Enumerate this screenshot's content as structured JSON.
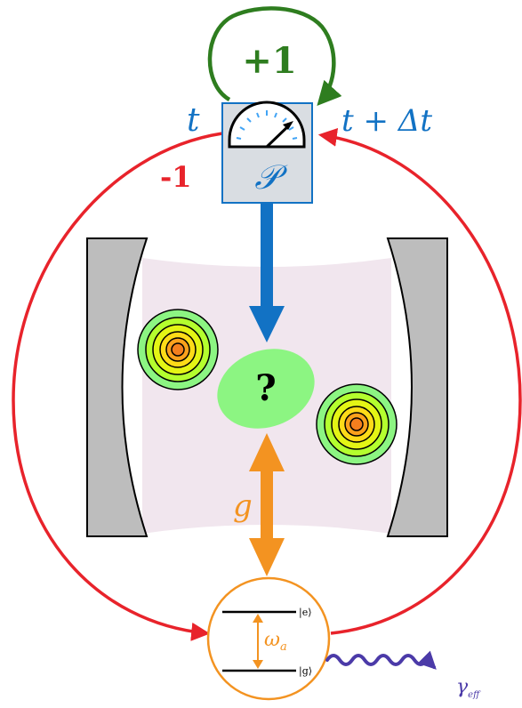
{
  "labels": {
    "plus_one": "+1",
    "minus_one": "-1",
    "time_t": "t",
    "time_t_dt": "t + Δt",
    "meter_symbol": "𝒫",
    "question": "?",
    "coupling": "g",
    "atom_frequency": "ω",
    "atom_frequency_sub": "a",
    "excited_state": "|e⟩",
    "ground_state": "|g⟩",
    "decay_rate": "γ",
    "decay_rate_sub": "eff"
  },
  "colors": {
    "green_loop": "#2e7d1f",
    "red_loop": "#e8232b",
    "blue": "#1272c4",
    "orange": "#f39321",
    "purple": "#4b3aa8",
    "mirror_fill": "#bdbdbd",
    "cavity_fill": "#f1e6ee",
    "light_green": "#8cf582",
    "meter_fill": "#d9dde2"
  },
  "icons": {
    "meter": "analog-gauge-icon",
    "decay": "wavy-arrow-icon"
  }
}
